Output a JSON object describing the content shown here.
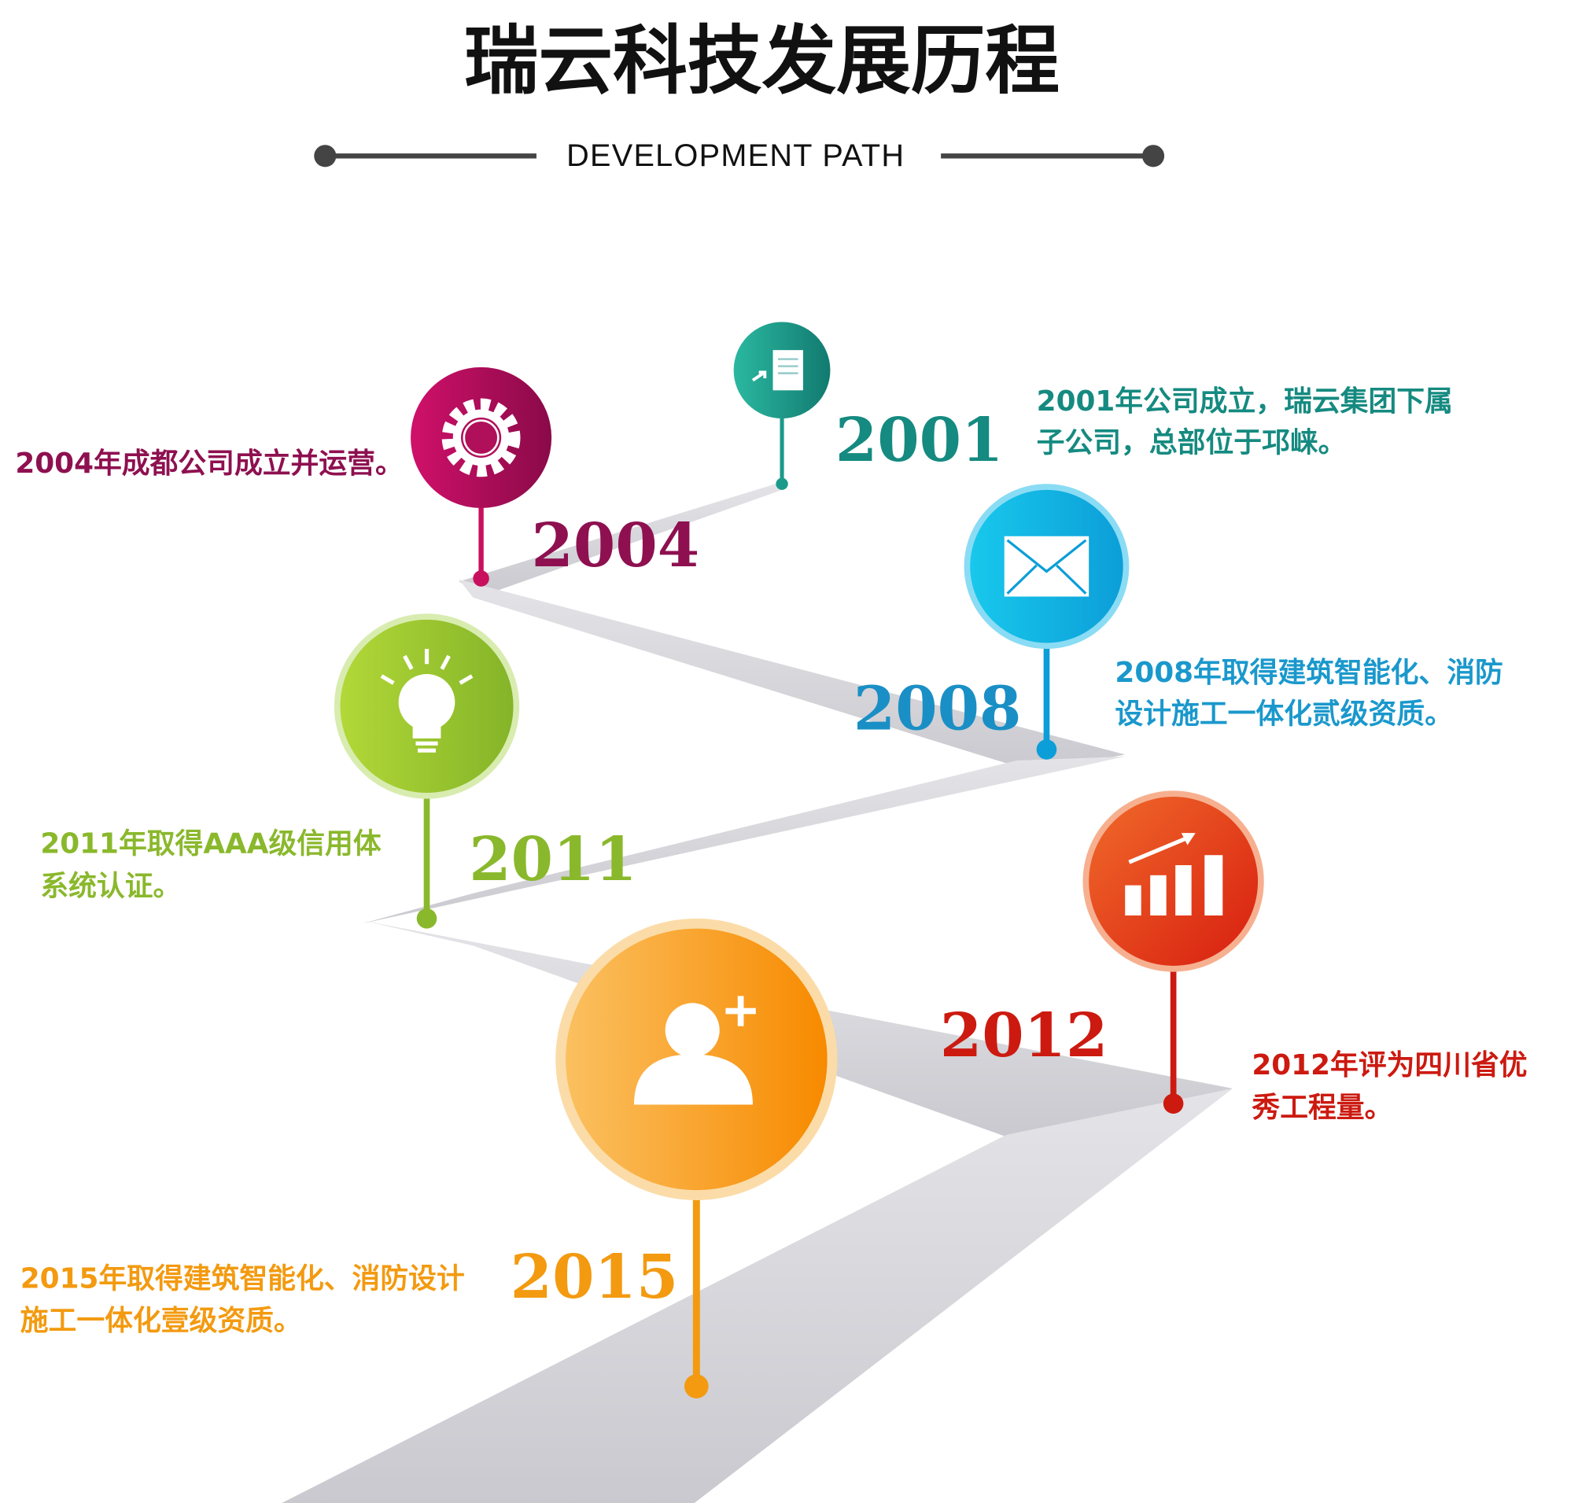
{
  "title": "瑞云科技发展历程",
  "subtitle": "DEVELOPMENT PATH",
  "milestones": [
    {
      "year": "2001",
      "lines": [
        "2001年公司成立，瑞云集团下属",
        "子公司，总部位于邛崃。"
      ],
      "icon": "document-icon",
      "color": "#1a9a8a"
    },
    {
      "year": "2004",
      "lines": [
        "2004年成都公司成立并运营。"
      ],
      "icon": "gear-icon",
      "color": "#a0105a"
    },
    {
      "year": "2008",
      "lines": [
        "2008年取得建筑智能化、消防",
        "设计施工一体化贰级资质。"
      ],
      "icon": "envelope-icon",
      "color": "#1a98cc"
    },
    {
      "year": "2011",
      "lines": [
        "2011年取得AAA级信用体",
        "系统认证。"
      ],
      "icon": "lightbulb-icon",
      "color": "#8ab82c"
    },
    {
      "year": "2012",
      "lines": [
        "2012年评为四川省优",
        "秀工程量。"
      ],
      "icon": "bar-chart-icon",
      "color": "#cc1a10"
    },
    {
      "year": "2015",
      "lines": [
        "2015年取得建筑智能化、消防设计",
        "施工一体化壹级资质。"
      ],
      "icon": "add-user-icon",
      "color": "#f39a10"
    }
  ]
}
